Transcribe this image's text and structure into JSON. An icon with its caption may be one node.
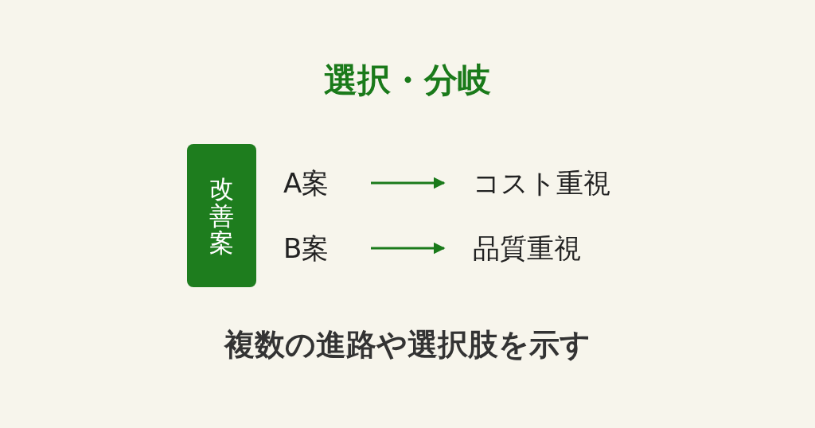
{
  "diagram": {
    "title": "選択・分岐",
    "nodes": [
      {
        "text": [
          "改善案"
        ]
      },
      {
        "text": [
          "A案"
        ]
      },
      {
        "text": [
          "コスト重視"
        ]
      },
      {
        "text": [
          "B案"
        ]
      },
      {
        "text": [
          "品質重視"
        ]
      }
    ],
    "edges": [
      {
        "from": 1,
        "to": 2,
        "arrow": "to"
      },
      {
        "from": 3,
        "to": 4,
        "arrow": "to"
      }
    ],
    "caption": "複数の進路や選択肢を示す"
  }
}
